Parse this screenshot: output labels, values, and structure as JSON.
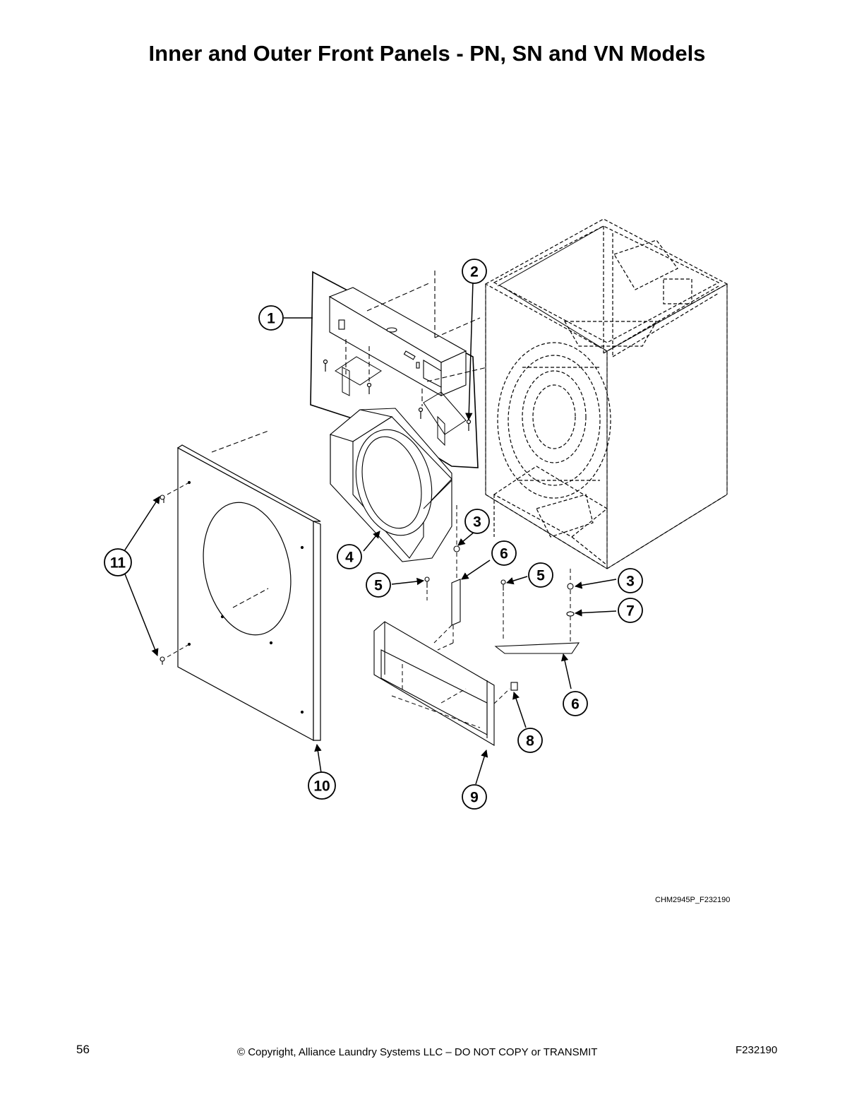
{
  "page": {
    "title": "Inner and Outer Front Panels - PN, SN and VN Models",
    "figure_id": "CHM2945P_F232190",
    "page_number": "56",
    "copyright": "© Copyright, Alliance Laundry Systems LLC – DO NOT COPY or TRANSMIT",
    "document_id": "F232190"
  },
  "callouts": {
    "c1": "1",
    "c2": "2",
    "c3a": "3",
    "c3b": "3",
    "c4": "4",
    "c5a": "5",
    "c5b": "5",
    "c6a": "6",
    "c6b": "6",
    "c7": "7",
    "c8": "8",
    "c9": "9",
    "c10": "10",
    "c11": "11"
  }
}
